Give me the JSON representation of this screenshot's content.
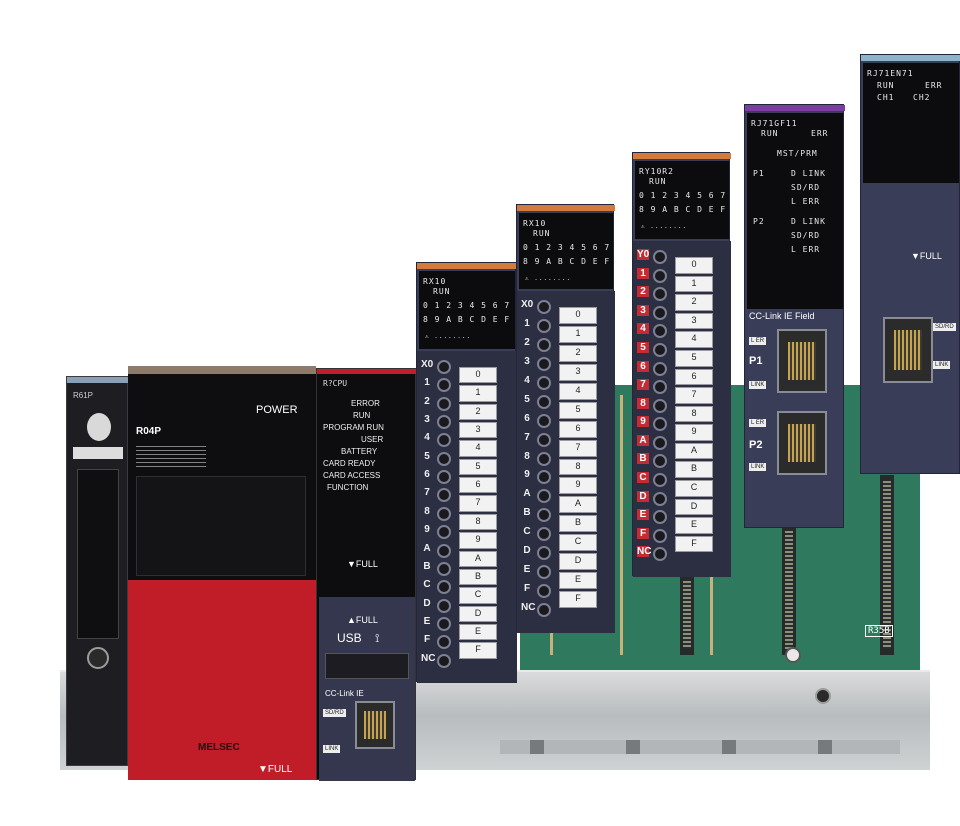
{
  "cpu": {
    "power_label": "POWER",
    "model_label": "R04P",
    "full_label": "▼FULL",
    "brand_label": "MELSEC"
  },
  "funcmod": {
    "rows": [
      "ERROR",
      "RUN",
      "PROGRAM RUN",
      "USER",
      "BATTERY",
      "CARD READY",
      "CARD ACCESS",
      "FUNCTION"
    ],
    "full_label": "▼FULL",
    "full_up_label": "▲FULL",
    "usb_label": "USB",
    "cclink_label": "CC-Link IE",
    "sd_label": "SD/RD"
  },
  "io_modules": [
    {
      "head": [
        "RX10",
        "RUN"
      ],
      "digits1": "0 1 2 3 4 5 6 7",
      "digits2": "8 9 A B C D E F",
      "left": [
        "X0",
        "1",
        "2",
        "3",
        "4",
        "5",
        "6",
        "7",
        "8",
        "9",
        "A",
        "B",
        "C",
        "D",
        "E",
        "F",
        "NC"
      ],
      "right": [
        "0",
        "1",
        "2",
        "3",
        "4",
        "5",
        "6",
        "7",
        "8",
        "9",
        "A",
        "B",
        "C",
        "D",
        "E",
        "F"
      ]
    },
    {
      "head": [
        "RX10",
        "RUN"
      ],
      "digits1": "0 1 2 3 4 5 6 7",
      "digits2": "8 9 A B C D E F",
      "left": [
        "X0",
        "1",
        "2",
        "3",
        "4",
        "5",
        "6",
        "7",
        "8",
        "9",
        "A",
        "B",
        "C",
        "D",
        "E",
        "F",
        "NC"
      ],
      "right": [
        "0",
        "1",
        "2",
        "3",
        "4",
        "5",
        "6",
        "7",
        "8",
        "9",
        "A",
        "B",
        "C",
        "D",
        "E",
        "F"
      ]
    },
    {
      "head": [
        "RY10R2",
        "RUN"
      ],
      "digits1": "0 1 2 3 4 5 6 7",
      "digits2": "8 9 A B C D E F",
      "left": [
        "Y0",
        "1",
        "2",
        "3",
        "4",
        "5",
        "6",
        "7",
        "8",
        "9",
        "A",
        "B",
        "C",
        "D",
        "E",
        "F",
        "NC"
      ],
      "right": [
        "0",
        "1",
        "2",
        "3",
        "4",
        "5",
        "6",
        "7",
        "8",
        "9",
        "A",
        "B",
        "C",
        "D",
        "E",
        "F"
      ]
    }
  ],
  "netmod": {
    "head": [
      "RJ71GF11",
      "RUN",
      "ERR"
    ],
    "rows": [
      "MST/PRM",
      "P1",
      "D LINK",
      "SD/RD",
      "L ERR",
      "P2",
      "D LINK",
      "SD/RD",
      "L ERR"
    ],
    "cclink_label": "CC-Link IE Field",
    "p1": "P1",
    "p2": "P2",
    "l_er": "L ER",
    "link": "LINK"
  },
  "ethmod": {
    "head": [
      "RJ71EN71",
      "RUN",
      "ERR",
      "CH1",
      "CH2"
    ],
    "full_label": "▼FULL",
    "rj_labels": [
      "SD/RD",
      "LINK"
    ]
  },
  "base": {
    "label": "R35B"
  },
  "power_supply": {
    "label": "R61P"
  }
}
